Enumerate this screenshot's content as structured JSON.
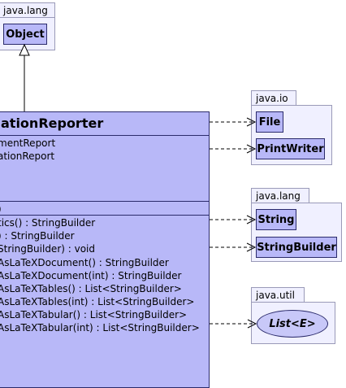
{
  "packages": {
    "lang_top": {
      "label": "java.lang",
      "class": "Object"
    },
    "io": {
      "label": "java.io",
      "classes": [
        "File",
        "PrintWriter"
      ]
    },
    "lang_right": {
      "label": "java.lang",
      "classes": [
        "String",
        "StringBuilder"
      ]
    },
    "util": {
      "label": "java.util",
      "interface": "List<E>"
    }
  },
  "main_class": {
    "name": "ationReporter",
    "attributes": [
      "mentReport",
      "ationReport"
    ],
    "constructor": ")",
    "methods": [
      "tics() : StringBuilder",
      ") : StringBuilder",
      "StringBuilder) : void",
      "AsLaTeXDocument() : StringBuilder",
      "AsLaTeXDocument(int) : StringBuilder",
      "AsLaTeXTables() : List<StringBuilder>",
      "AsLaTeXTables(int) : List<StringBuilder>",
      "AsLaTeXTabular() : List<StringBuilder>",
      "AsLaTeXTabular(int) : List<StringBuilder>"
    ]
  },
  "colors": {
    "class_fill": "#b8b8f8",
    "package_fill": "#f0f0ff",
    "border": "#2b2b6b"
  }
}
